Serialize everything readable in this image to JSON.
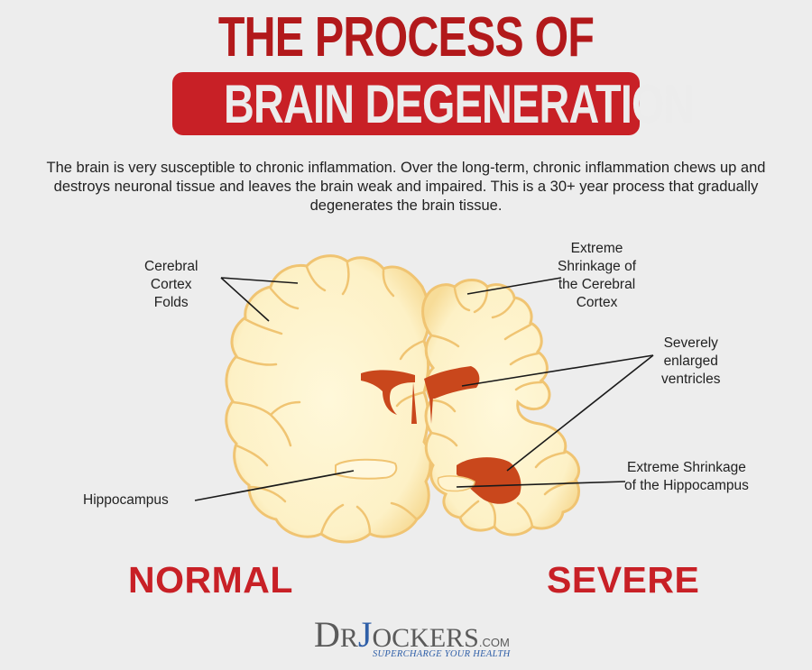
{
  "title": {
    "line1": "THE PROCESS OF",
    "line2": "BRAIN DEGENERATION"
  },
  "intro": "The brain is very susceptible to chronic inflammation. Over the long-term, chronic inflammation chews up and destroys neuronal tissue and leaves the brain weak and impaired. This is a 30+ year process that gradually degenerates the brain tissue.",
  "labels": {
    "cerebral_cortex_folds": [
      "Cerebral",
      "Cortex",
      "Folds"
    ],
    "extreme_shrinkage_cortex": [
      "Extreme",
      "Shrinkage of",
      "the Cerebral",
      "Cortex"
    ],
    "enlarged_ventricles": [
      "Severely",
      "enlarged",
      "ventricles"
    ],
    "hippocampus": "Hippocampus",
    "extreme_shrinkage_hippocampus": [
      "Extreme Shrinkage",
      "of the Hippocampus"
    ]
  },
  "captions": {
    "normal": "NORMAL",
    "severe": "SEVERE"
  },
  "logo": {
    "d": "D",
    "r": "R",
    "j": "J",
    "ockers": "OCKERS",
    "com": ".COM",
    "tagline": "SUPERCHARGE YOUR HEALTH"
  },
  "colors": {
    "title_red": "#b2191b",
    "banner_red": "#c82026",
    "brain_fill": "#fdf3cc",
    "brain_edge": "#f0c472",
    "ventricle": "#c9471c",
    "logo_blue": "#2f5fa8"
  }
}
